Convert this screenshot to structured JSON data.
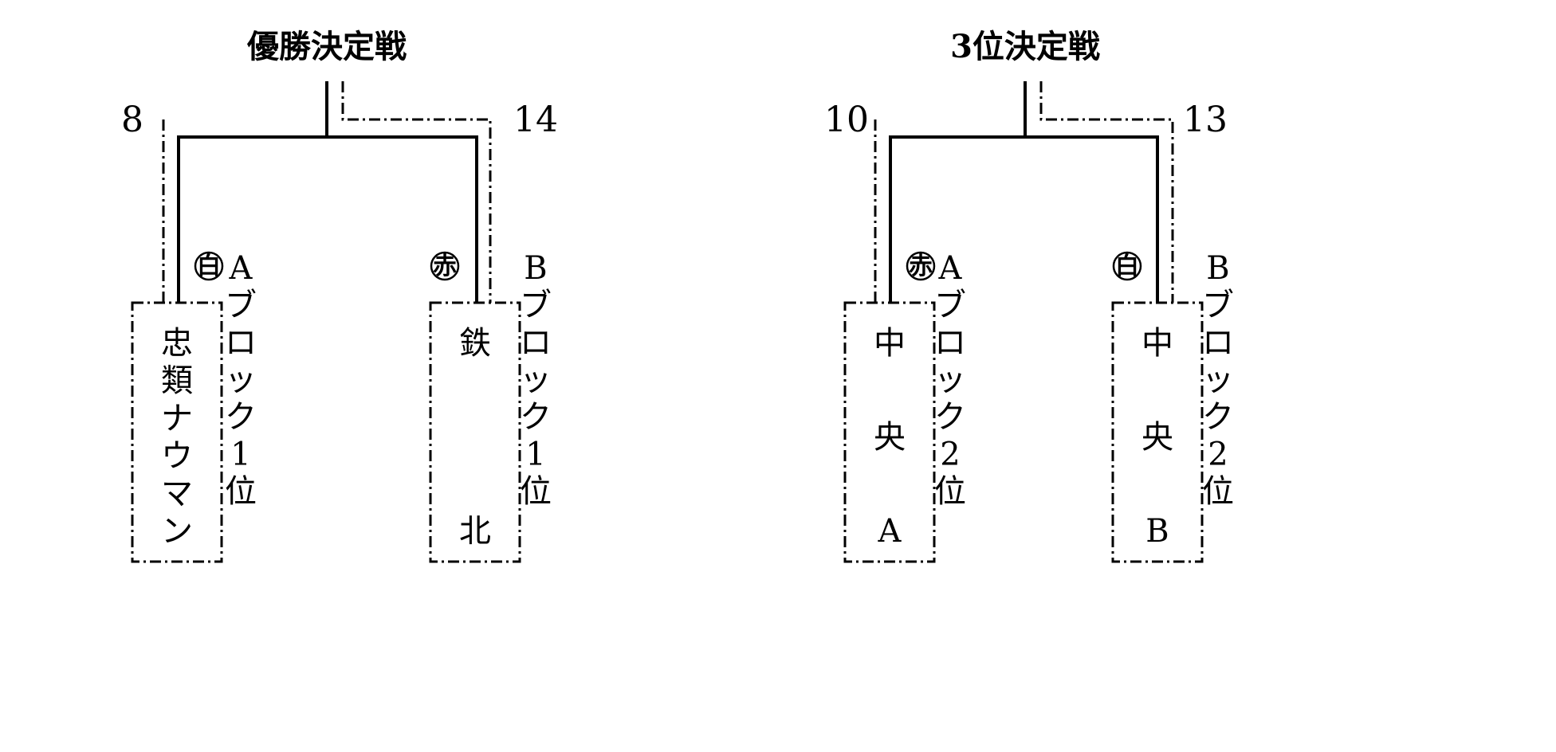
{
  "brackets": {
    "final": {
      "title": "優勝決定戦",
      "left": {
        "score": "8",
        "corner": "白",
        "block_label": "Aブロック1位",
        "team_chars": [
          "忠",
          "類",
          "ナ",
          "ウ",
          "マ",
          "ン"
        ]
      },
      "right": {
        "score": "14",
        "corner": "赤",
        "block_label": "Bブロック1位",
        "team_chars": [
          "鉄",
          "北"
        ]
      },
      "winner_side": "right"
    },
    "third": {
      "title": "3位決定戦",
      "left": {
        "score": "10",
        "corner": "赤",
        "block_label": "Aブロック2位",
        "team_chars": [
          "中",
          "央",
          "A"
        ]
      },
      "right": {
        "score": "13",
        "corner": "白",
        "block_label": "Bブロック2位",
        "team_chars": [
          "中",
          "央",
          "B"
        ]
      },
      "winner_side": "right"
    }
  },
  "colors": {
    "line": "#000000",
    "background": "#ffffff"
  }
}
